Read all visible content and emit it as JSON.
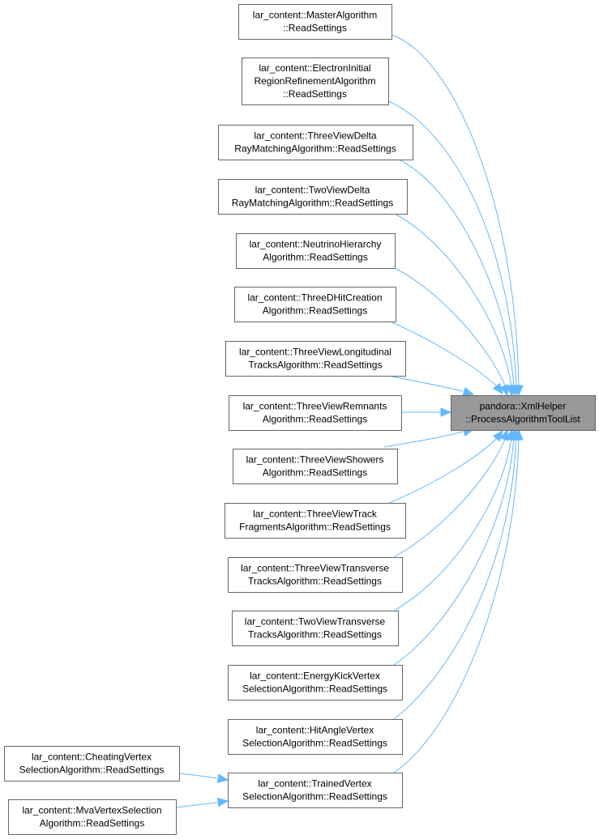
{
  "graph": {
    "target": {
      "id": "target",
      "lines": [
        "pandora::XmlHelper",
        "::ProcessAlgorithmToolList"
      ]
    },
    "callers": [
      {
        "id": "n1",
        "lines": [
          "lar_content::MasterAlgorithm",
          "::ReadSettings"
        ],
        "calls": "target"
      },
      {
        "id": "n2",
        "lines": [
          "lar_content::ElectronInitial",
          "RegionRefinementAlgorithm",
          "::ReadSettings"
        ],
        "calls": "target"
      },
      {
        "id": "n3",
        "lines": [
          "lar_content::ThreeViewDelta",
          "RayMatchingAlgorithm::ReadSettings"
        ],
        "calls": "target"
      },
      {
        "id": "n4",
        "lines": [
          "lar_content::TwoViewDelta",
          "RayMatchingAlgorithm::ReadSettings"
        ],
        "calls": "target"
      },
      {
        "id": "n5",
        "lines": [
          "lar_content::NeutrinoHierarchy",
          "Algorithm::ReadSettings"
        ],
        "calls": "target"
      },
      {
        "id": "n6",
        "lines": [
          "lar_content::ThreeDHitCreation",
          "Algorithm::ReadSettings"
        ],
        "calls": "target"
      },
      {
        "id": "n7",
        "lines": [
          "lar_content::ThreeViewLongitudinal",
          "TracksAlgorithm::ReadSettings"
        ],
        "calls": "target"
      },
      {
        "id": "n8",
        "lines": [
          "lar_content::ThreeViewRemnants",
          "Algorithm::ReadSettings"
        ],
        "calls": "target"
      },
      {
        "id": "n9",
        "lines": [
          "lar_content::ThreeViewShowers",
          "Algorithm::ReadSettings"
        ],
        "calls": "target"
      },
      {
        "id": "n10",
        "lines": [
          "lar_content::ThreeViewTrack",
          "FragmentsAlgorithm::ReadSettings"
        ],
        "calls": "target"
      },
      {
        "id": "n11",
        "lines": [
          "lar_content::ThreeViewTransverse",
          "TracksAlgorithm::ReadSettings"
        ],
        "calls": "target"
      },
      {
        "id": "n12",
        "lines": [
          "lar_content::TwoViewTransverse",
          "TracksAlgorithm::ReadSettings"
        ],
        "calls": "target"
      },
      {
        "id": "n13",
        "lines": [
          "lar_content::EnergyKickVertex",
          "SelectionAlgorithm::ReadSettings"
        ],
        "calls": "target"
      },
      {
        "id": "n14",
        "lines": [
          "lar_content::HitAngleVertex",
          "SelectionAlgorithm::ReadSettings"
        ],
        "calls": "target"
      },
      {
        "id": "n15",
        "lines": [
          "lar_content::TrainedVertex",
          "SelectionAlgorithm::ReadSettings"
        ],
        "calls": "target"
      },
      {
        "id": "n16",
        "lines": [
          "lar_content::CheatingVertex",
          "SelectionAlgorithm::ReadSettings"
        ],
        "calls": "n15"
      },
      {
        "id": "n17",
        "lines": [
          "lar_content::MvaVertexSelection",
          "Algorithm::ReadSettings"
        ],
        "calls": "n15"
      }
    ]
  },
  "colors": {
    "edge": "#63b8ff",
    "node_border": "#666666",
    "target_fill": "#999999",
    "node_fill": "#ffffff"
  }
}
